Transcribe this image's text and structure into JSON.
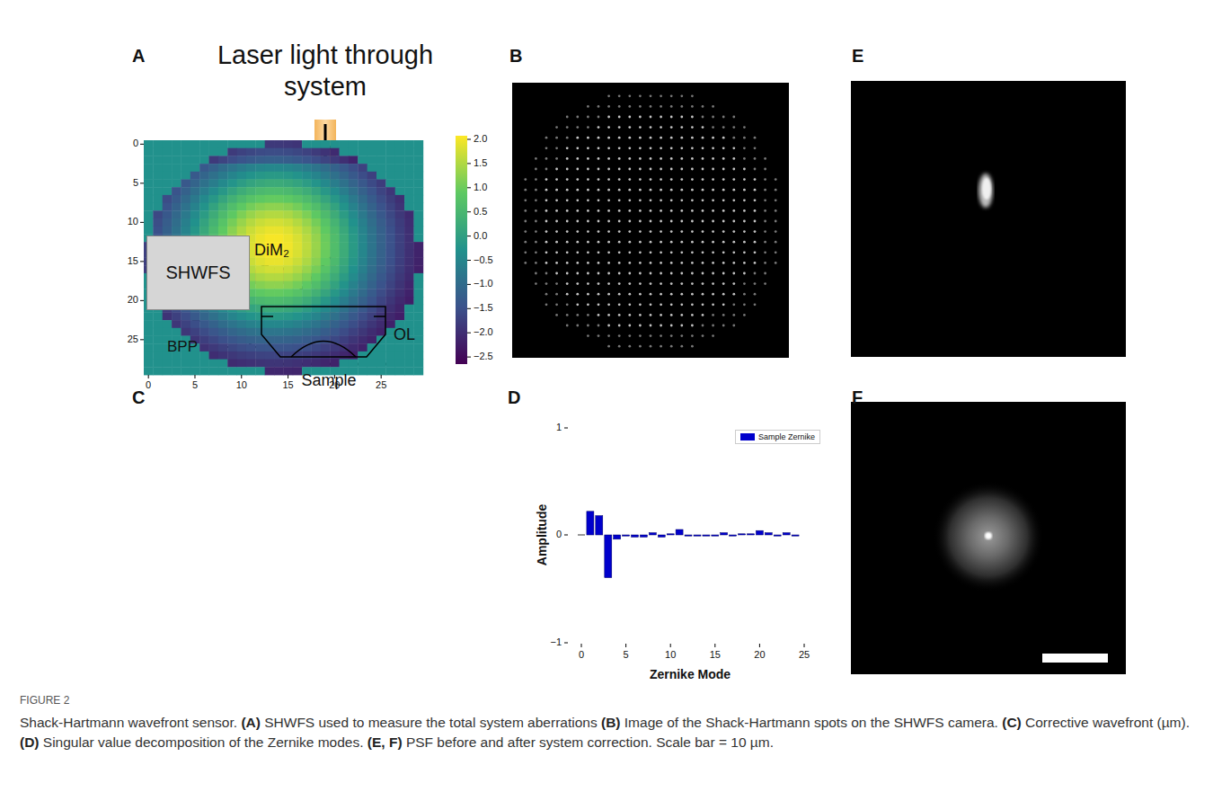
{
  "diagram": {
    "caption": "Shack-Hartmann wavefront sensor. (A) SHWFS used to measure the total system aberrations (B) Image of the Shack-Hartmann spots on the SHWFS camera. (C) Corrective wavefront (µm). (D) Singular value decomposition of the Zernike modes. (E, F) PSF before and after system correction. Scale bar = 10 µm.",
    "nodes": [
      {
        "text": [
          "SHWFS"
        ]
      },
      {
        "text": [
          "OL"
        ]
      }
    ],
    "labels": [
      "A",
      "B",
      "E",
      "C",
      "D",
      "F",
      "Laser light through system",
      "DiM₂",
      "BPP",
      "Sample",
      "0",
      "5",
      "10",
      "15",
      "20",
      "25",
      "0",
      "5",
      "10",
      "15",
      "20",
      "25",
      "2.0",
      "1.5",
      "1.0",
      "0.5",
      "0.0",
      "−0.5",
      "−1.0",
      "−1.5",
      "−2.0",
      "−2.5",
      "1",
      "0",
      "−1",
      "0",
      "5",
      "10",
      "15",
      "20",
      "25",
      "Amplitude",
      "Zernike Mode",
      "FIGURE 2"
    ],
    "legend": [
      {
        "text": "Sample Zernike",
        "color": "#0000cc"
      }
    ]
  }
}
